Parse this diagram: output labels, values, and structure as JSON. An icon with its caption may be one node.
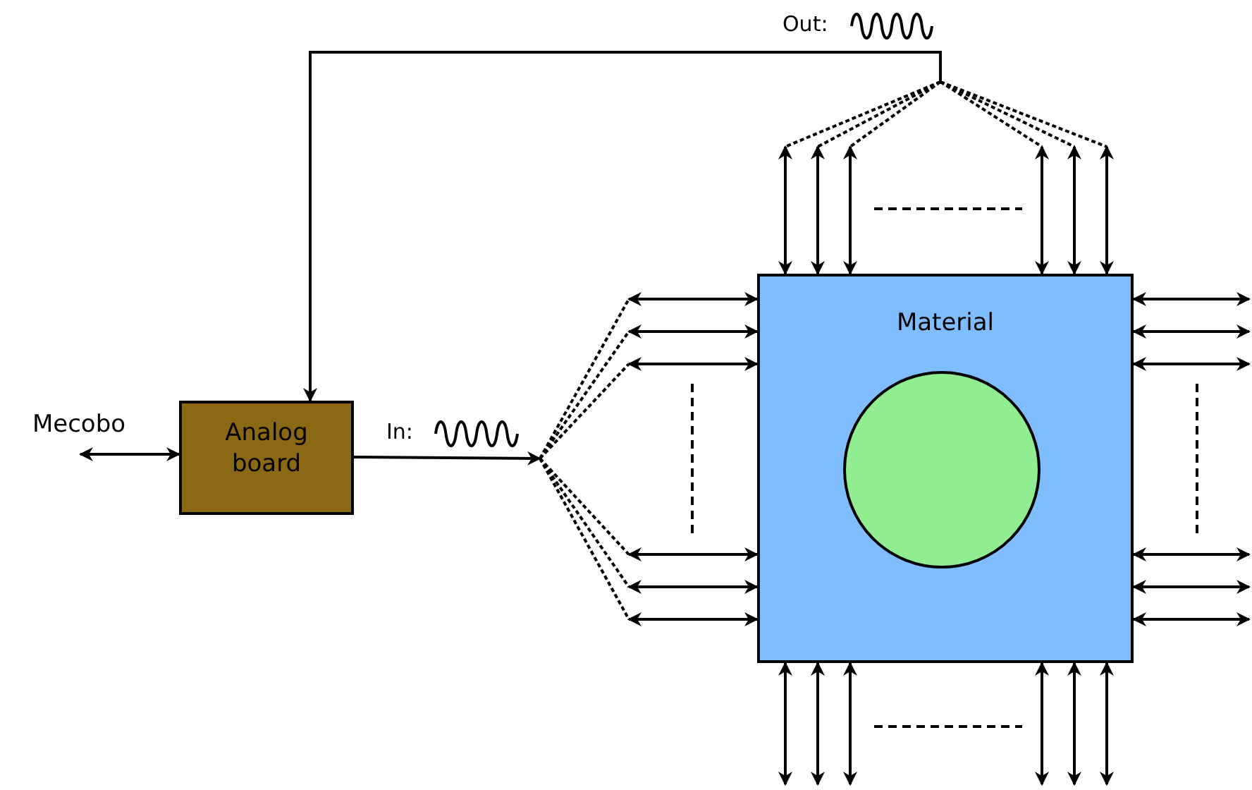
{
  "diagram": {
    "nodes": [
      {
        "text": [
          "Mecobo"
        ]
      },
      {
        "text": [
          "Analog board"
        ]
      },
      {
        "text": [
          "Material"
        ]
      },
      {
        "text": [],
        "shape": "circle",
        "in": 2
      }
    ],
    "edges": [
      {
        "from": 0,
        "to": 1,
        "arrow": "both"
      },
      {
        "from": 1,
        "to": null,
        "arrow": "to"
      },
      {
        "from": null,
        "to": 1,
        "arrow": "to"
      },
      {
        "from": null,
        "to": 2,
        "arrow": "both"
      },
      {
        "from": null,
        "to": 2,
        "arrow": "both"
      },
      {
        "from": null,
        "to": 2,
        "arrow": "both"
      },
      {
        "from": null,
        "to": 2,
        "arrow": "both"
      },
      {
        "from": null,
        "to": 2,
        "arrow": "both"
      },
      {
        "from": null,
        "to": 2,
        "arrow": "both"
      },
      {
        "from": 2,
        "to": null,
        "arrow": "both"
      },
      {
        "from": 2,
        "to": null,
        "arrow": "both"
      },
      {
        "from": 2,
        "to": null,
        "arrow": "both"
      },
      {
        "from": 2,
        "to": null,
        "arrow": "both"
      },
      {
        "from": 2,
        "to": null,
        "arrow": "both"
      },
      {
        "from": 2,
        "to": null,
        "arrow": "both"
      },
      {
        "from": null,
        "to": 2,
        "arrow": "both"
      },
      {
        "from": null,
        "to": 2,
        "arrow": "both"
      },
      {
        "from": null,
        "to": 2,
        "arrow": "both"
      },
      {
        "from": null,
        "to": 2,
        "arrow": "both"
      },
      {
        "from": null,
        "to": 2,
        "arrow": "both"
      },
      {
        "from": null,
        "to": 2,
        "arrow": "both"
      },
      {
        "from": 2,
        "to": null,
        "arrow": "both"
      },
      {
        "from": 2,
        "to": null,
        "arrow": "both"
      },
      {
        "from": 2,
        "to": null,
        "arrow": "both"
      },
      {
        "from": 2,
        "to": null,
        "arrow": "both"
      },
      {
        "from": 2,
        "to": null,
        "arrow": "both"
      },
      {
        "from": 2,
        "to": null,
        "arrow": "both"
      }
    ],
    "labels": [
      "In:",
      "Out:"
    ]
  }
}
